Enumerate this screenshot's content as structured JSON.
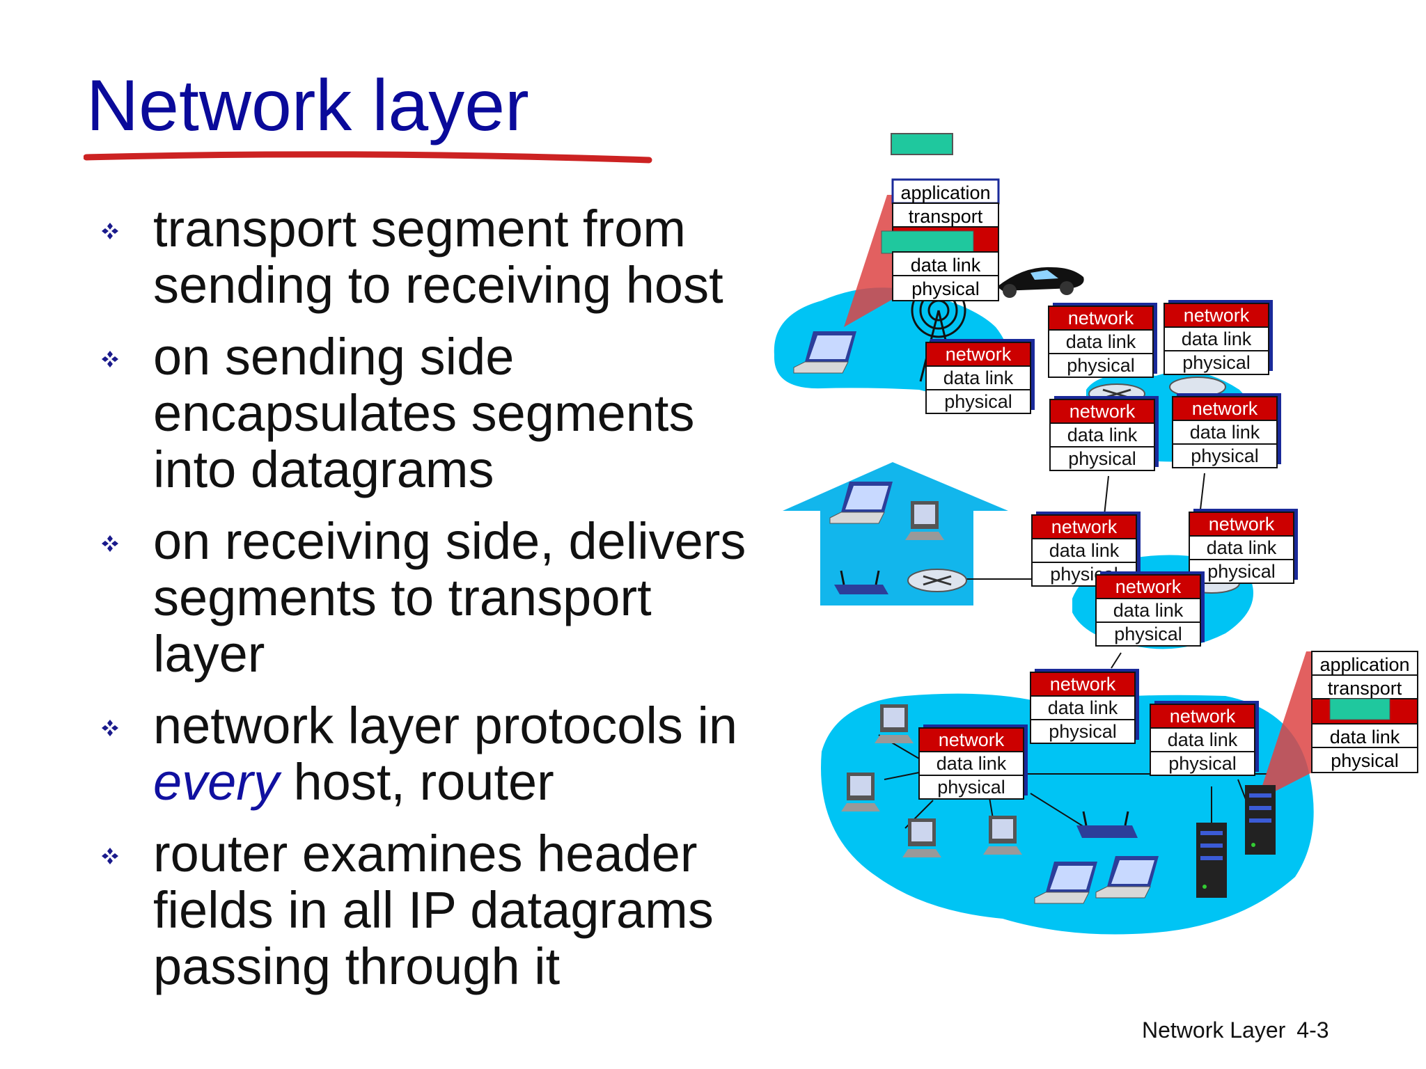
{
  "slide": {
    "title": "Network layer",
    "bullets": [
      {
        "parts": [
          {
            "text": "transport segment from sending to receiving host"
          }
        ]
      },
      {
        "parts": [
          {
            "text": "on sending side encapsulates segments into datagrams"
          }
        ]
      },
      {
        "parts": [
          {
            "text": "on receiving side, delivers segments to transport layer"
          }
        ]
      },
      {
        "parts": [
          {
            "text": "network layer protocols in "
          },
          {
            "text": "every",
            "em": true
          },
          {
            "text": " host, router"
          }
        ]
      },
      {
        "parts": [
          {
            "text": "router examines header fields in all IP datagrams passing through it"
          }
        ]
      }
    ],
    "footer": {
      "label": "Network Layer",
      "page": "4-3"
    }
  },
  "layers": {
    "application": "application",
    "transport": "transport",
    "network": "network",
    "data_link": "data link",
    "physical": "physical"
  },
  "colors": {
    "title": "#0a0a9a",
    "underline": "#cc2222",
    "bullet_marker": "#1a1a8c",
    "network_fill": "#cc0000",
    "cloud": "#00c4f4",
    "house": "#12b6ec",
    "segment": "#1fc89e"
  }
}
